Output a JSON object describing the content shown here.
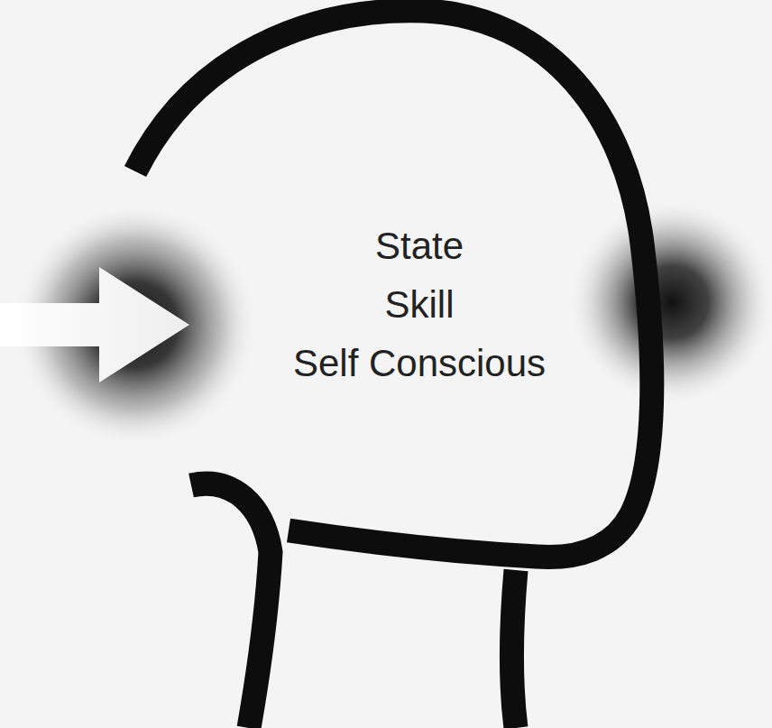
{
  "diagram": {
    "nodes": [
      {
        "text": [
          "State",
          "Skill",
          "Self Conscious"
        ]
      }
    ]
  }
}
